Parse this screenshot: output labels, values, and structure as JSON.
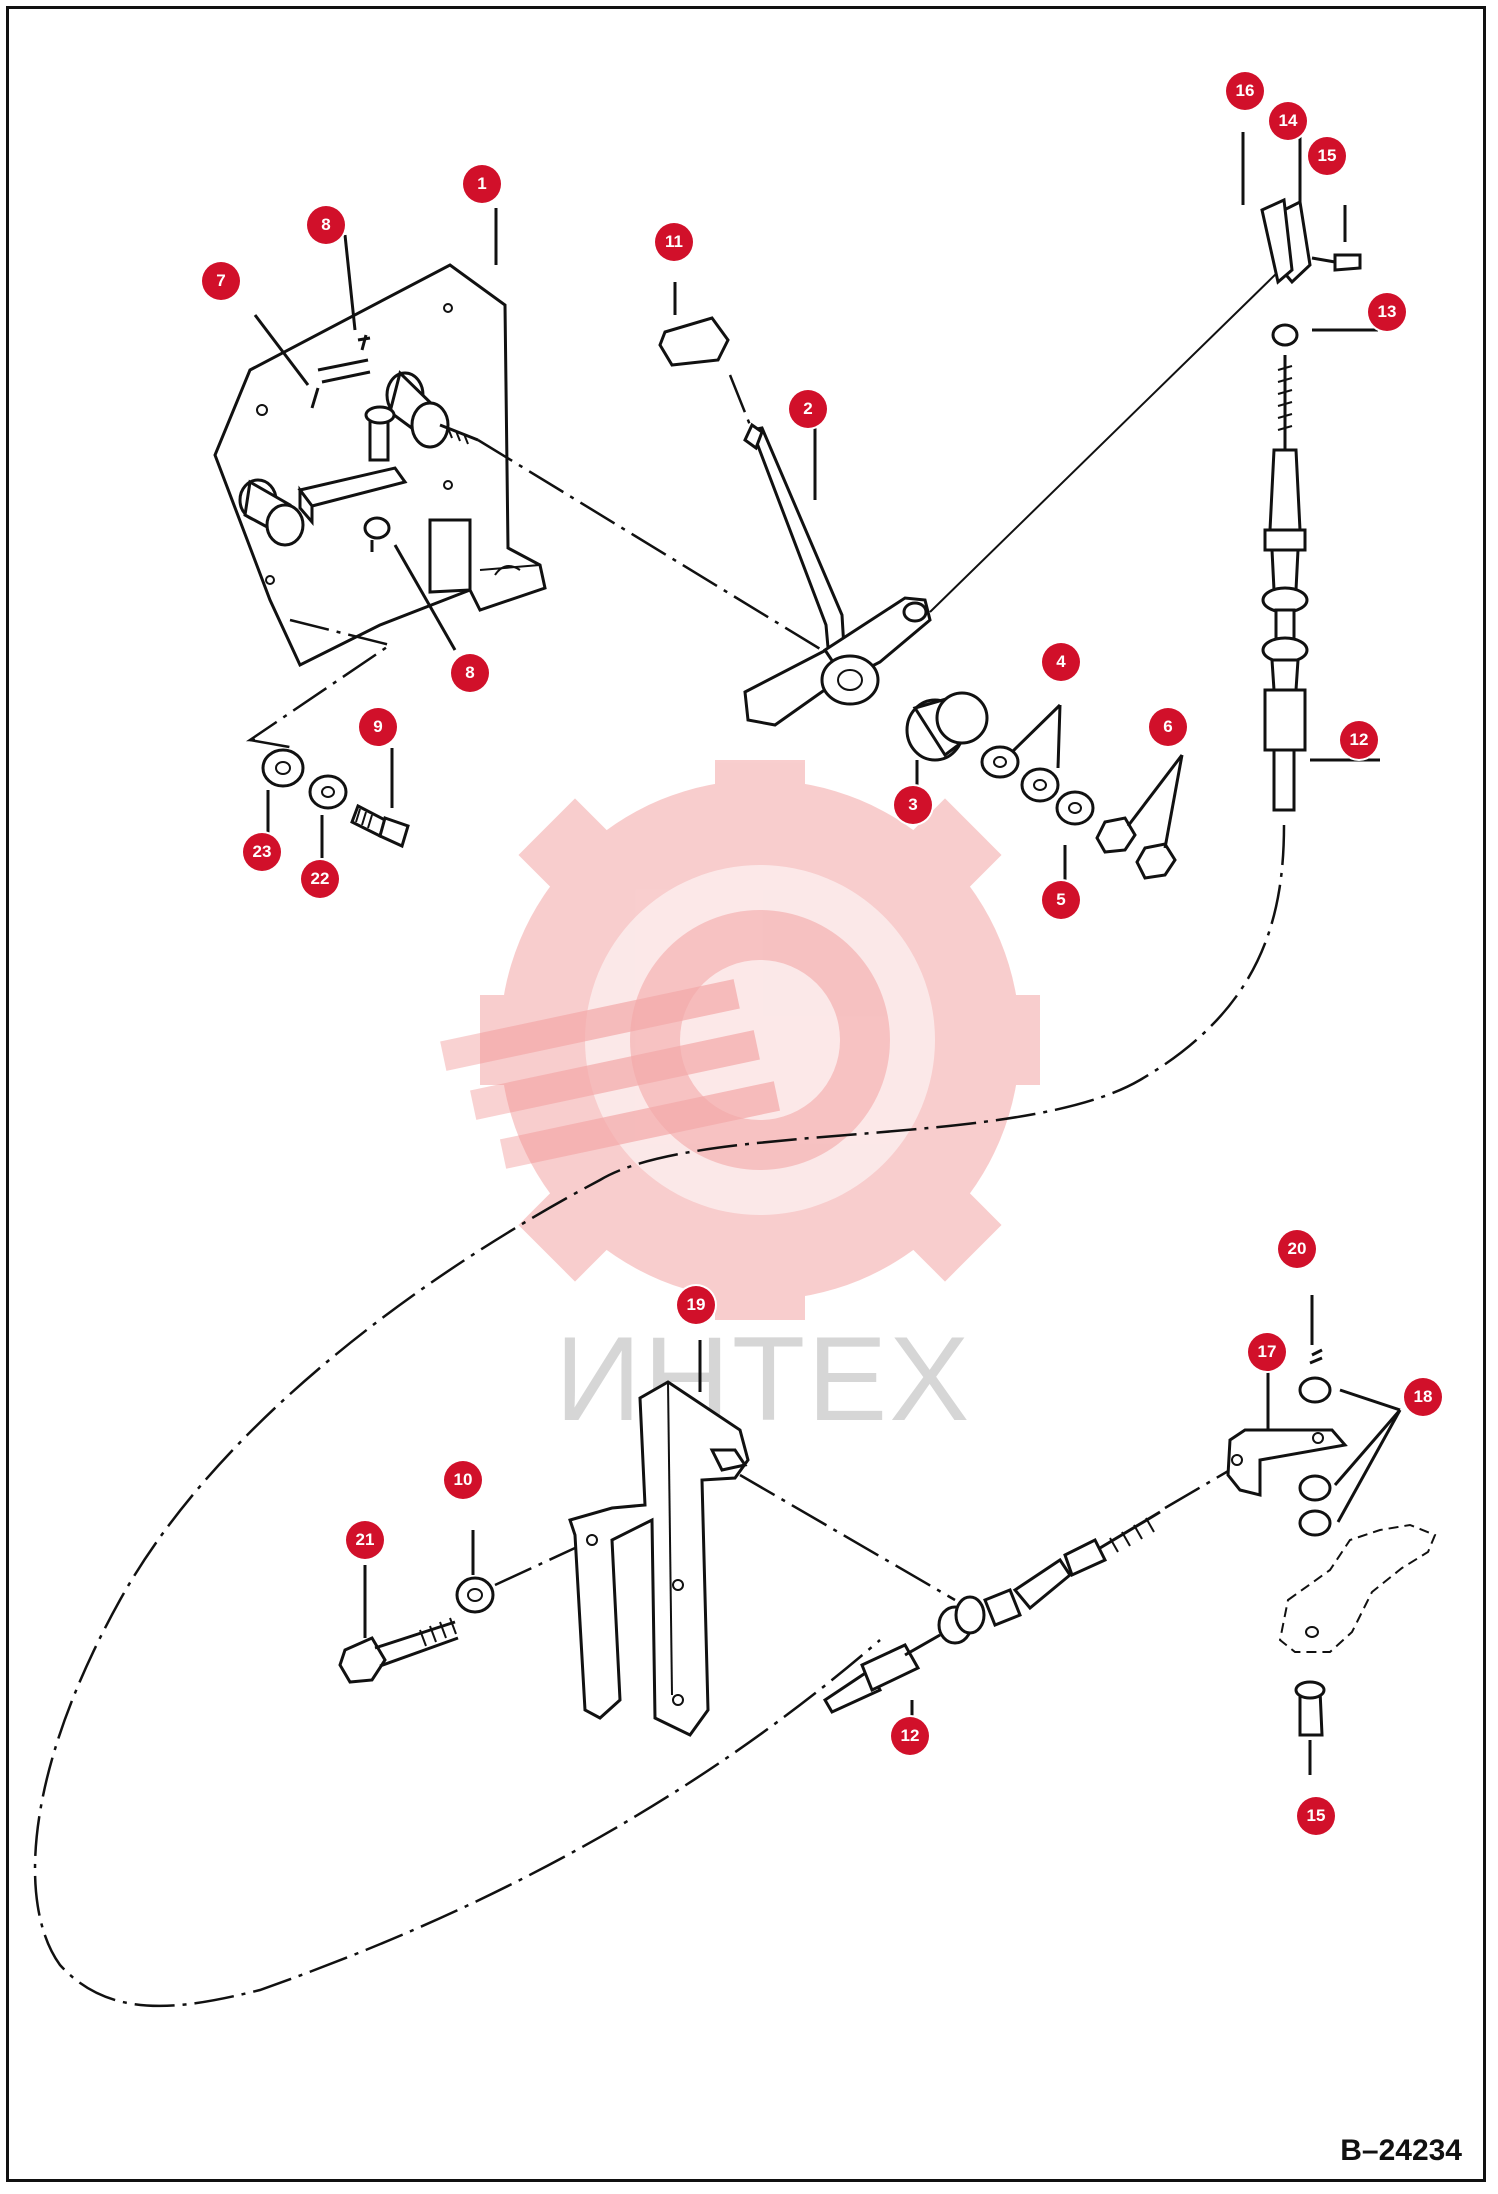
{
  "reference_code": "B–24234",
  "watermark": {
    "brand_text": "ИНТЕХ",
    "accent_color": "#f08a8a"
  },
  "callout_color": "#d1102a",
  "callouts": [
    {
      "id": "callout-1",
      "label": "1"
    },
    {
      "id": "callout-2",
      "label": "2"
    },
    {
      "id": "callout-3",
      "label": "3"
    },
    {
      "id": "callout-4",
      "label": "4"
    },
    {
      "id": "callout-5",
      "label": "5"
    },
    {
      "id": "callout-6",
      "label": "6"
    },
    {
      "id": "callout-7",
      "label": "7"
    },
    {
      "id": "callout-8a",
      "label": "8"
    },
    {
      "id": "callout-8b",
      "label": "8"
    },
    {
      "id": "callout-9",
      "label": "9"
    },
    {
      "id": "callout-10",
      "label": "10"
    },
    {
      "id": "callout-11",
      "label": "11"
    },
    {
      "id": "callout-12a",
      "label": "12"
    },
    {
      "id": "callout-12b",
      "label": "12"
    },
    {
      "id": "callout-13",
      "label": "13"
    },
    {
      "id": "callout-14",
      "label": "14"
    },
    {
      "id": "callout-15a",
      "label": "15"
    },
    {
      "id": "callout-15b",
      "label": "15"
    },
    {
      "id": "callout-16",
      "label": "16"
    },
    {
      "id": "callout-17",
      "label": "17"
    },
    {
      "id": "callout-18",
      "label": "18"
    },
    {
      "id": "callout-19",
      "label": "19"
    },
    {
      "id": "callout-20",
      "label": "20"
    },
    {
      "id": "callout-21",
      "label": "21"
    },
    {
      "id": "callout-22",
      "label": "22"
    },
    {
      "id": "callout-23",
      "label": "23"
    }
  ]
}
